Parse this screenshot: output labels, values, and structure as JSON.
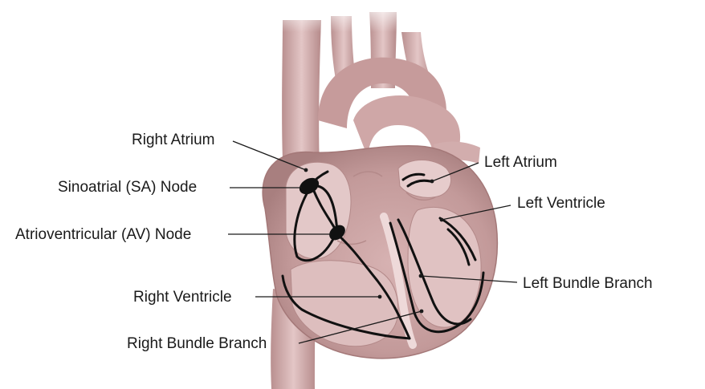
{
  "labels": {
    "right_atrium": "Right Atrium",
    "sa_node": "Sinoatrial (SA) Node",
    "av_node": "Atrioventricular (AV) Node",
    "right_ventricle": "Right Ventricle",
    "right_bundle_branch": "Right Bundle Branch",
    "left_atrium": "Left Atrium",
    "left_ventricle": "Left Ventricle",
    "left_bundle_branch": "Left Bundle Branch"
  },
  "colors": {
    "tissue_main": "#c9a1a1",
    "tissue_light": "#e7d0d0",
    "tissue_dark": "#a57a7a",
    "cavity": "#dcbcbc",
    "conduction": "#111111",
    "leader": "#1a1a1a"
  }
}
